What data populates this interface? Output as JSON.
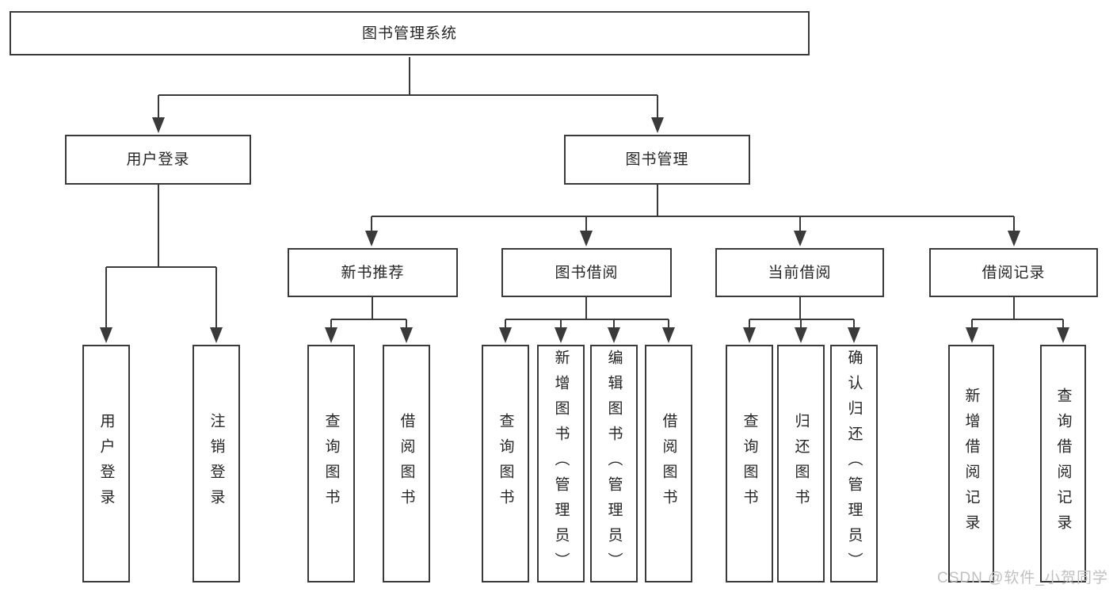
{
  "colors": {
    "background": "#ffffff",
    "line": "#3a3a3a",
    "text": "#262626",
    "watermark": "#c0c0c0"
  },
  "tree": {
    "root": {
      "label": "图书管理系统"
    },
    "branches": [
      {
        "label": "用户登录",
        "children": [
          {
            "label": "用户登录"
          },
          {
            "label": "注销登录"
          }
        ]
      },
      {
        "label": "图书管理",
        "children": [
          {
            "label": "新书推荐",
            "children": [
              {
                "label": "查询图书"
              },
              {
                "label": "借阅图书"
              }
            ]
          },
          {
            "label": "图书借阅",
            "children": [
              {
                "label": "查询图书"
              },
              {
                "label": "新增图书（管理员）"
              },
              {
                "label": "编辑图书（管理员）"
              },
              {
                "label": "借阅图书"
              }
            ]
          },
          {
            "label": "当前借阅",
            "children": [
              {
                "label": "查询图书"
              },
              {
                "label": "归还图书"
              },
              {
                "label": "确认归还（管理员）"
              }
            ]
          },
          {
            "label": "借阅记录",
            "children": [
              {
                "label": "新增借阅记录"
              },
              {
                "label": "查询借阅记录"
              }
            ]
          }
        ]
      }
    ]
  },
  "watermark": {
    "text": "CSDN @软件_小贺同学"
  }
}
